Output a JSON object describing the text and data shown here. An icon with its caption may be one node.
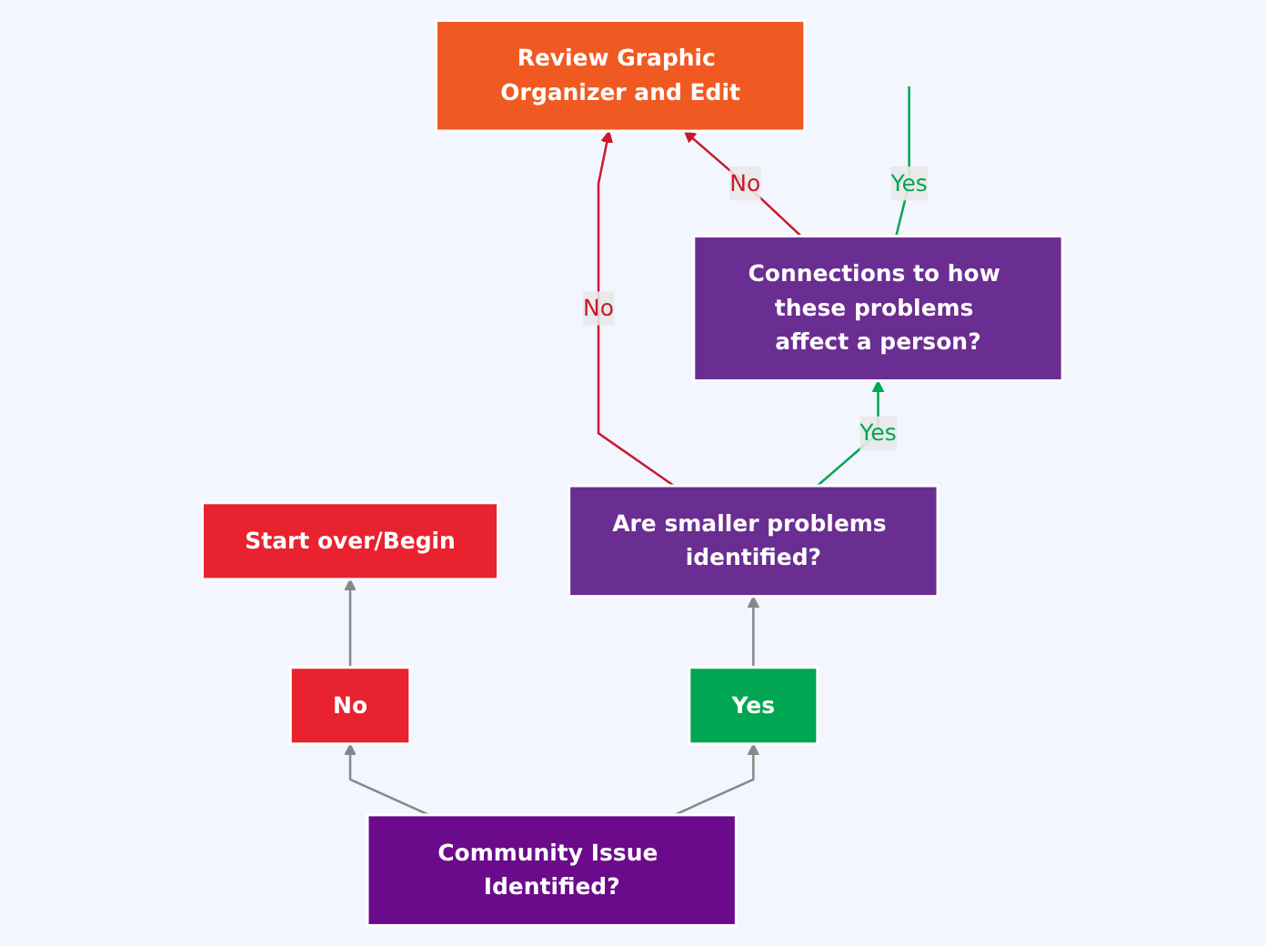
{
  "diagram": {
    "nodes": [
      {
        "text": [
          "Community Issue Identified?"
        ]
      },
      {
        "text": [
          "Yes"
        ]
      },
      {
        "text": [
          "No"
        ]
      },
      {
        "text": [
          "Start over/Begin"
        ]
      },
      {
        "text": [
          "Are smaller problems identified?"
        ]
      },
      {
        "text": [
          "Connections to how these problems affect a person?"
        ]
      },
      {
        "text": [
          "Review Graphic Organizer and Edit"
        ]
      }
    ],
    "edges": [
      {
        "from": 0,
        "to": 1,
        "arrow": "to"
      },
      {
        "from": 0,
        "to": 2,
        "arrow": "to"
      },
      {
        "from": 2,
        "to": 3,
        "arrow": "to"
      },
      {
        "from": 1,
        "to": 4,
        "arrow": "to"
      },
      {
        "from": 4,
        "to": 5,
        "arrow": "to",
        "label": "Yes",
        "color": "#00a651"
      },
      {
        "from": 4,
        "to": 6,
        "arrow": "to",
        "label": "No",
        "color": "#c8182e"
      },
      {
        "from": 5,
        "to": 6,
        "arrow": "to",
        "label": "No",
        "color": "#c8182e"
      },
      {
        "from": 5,
        "to": null,
        "arrow": "none",
        "label": "Yes",
        "color": "#00a651"
      }
    ]
  }
}
